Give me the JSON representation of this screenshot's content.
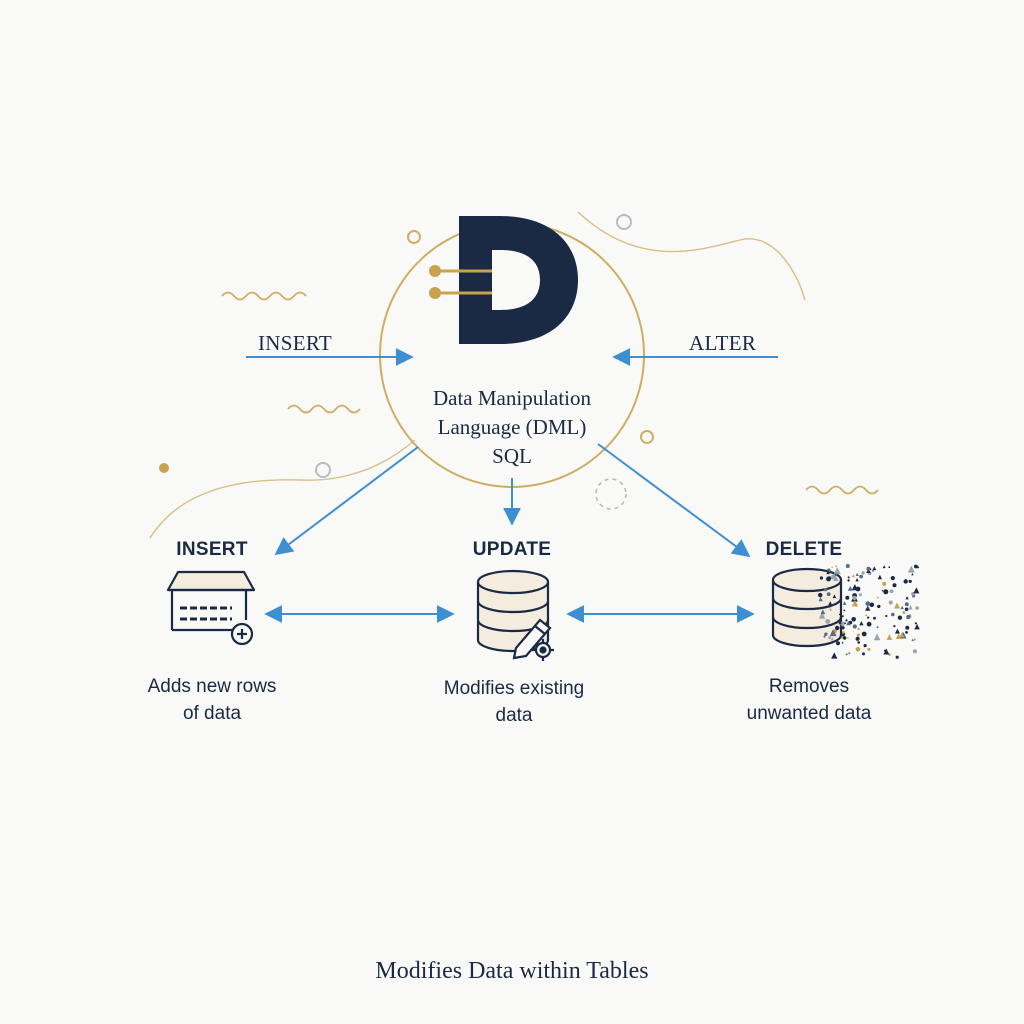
{
  "colors": {
    "navy": "#1b2a44",
    "gold": "#c9a24f",
    "arrow_blue": "#3d8fd1",
    "cream": "#f3ecdf",
    "gray_circle": "#b9bcc0"
  },
  "logo": {
    "letter": "D"
  },
  "center": {
    "line1": "Data Manipulation",
    "line2": "Language (DML)",
    "line3": "SQL"
  },
  "side_labels": {
    "left": "INSERT",
    "right": "ALTER"
  },
  "operations": [
    {
      "title": "INSERT",
      "icon": "table-add-icon",
      "desc_line1": "Adds new rows",
      "desc_line2": "of data"
    },
    {
      "title": "UPDATE",
      "icon": "database-edit-icon",
      "desc_line1": "Modifies existing",
      "desc_line2": "data"
    },
    {
      "title": "DELETE",
      "icon": "database-dissolve-icon",
      "desc_line1": "Removes",
      "desc_line2": "unwanted data"
    }
  ],
  "footer": {
    "title": "Modifies Data within Tables"
  }
}
